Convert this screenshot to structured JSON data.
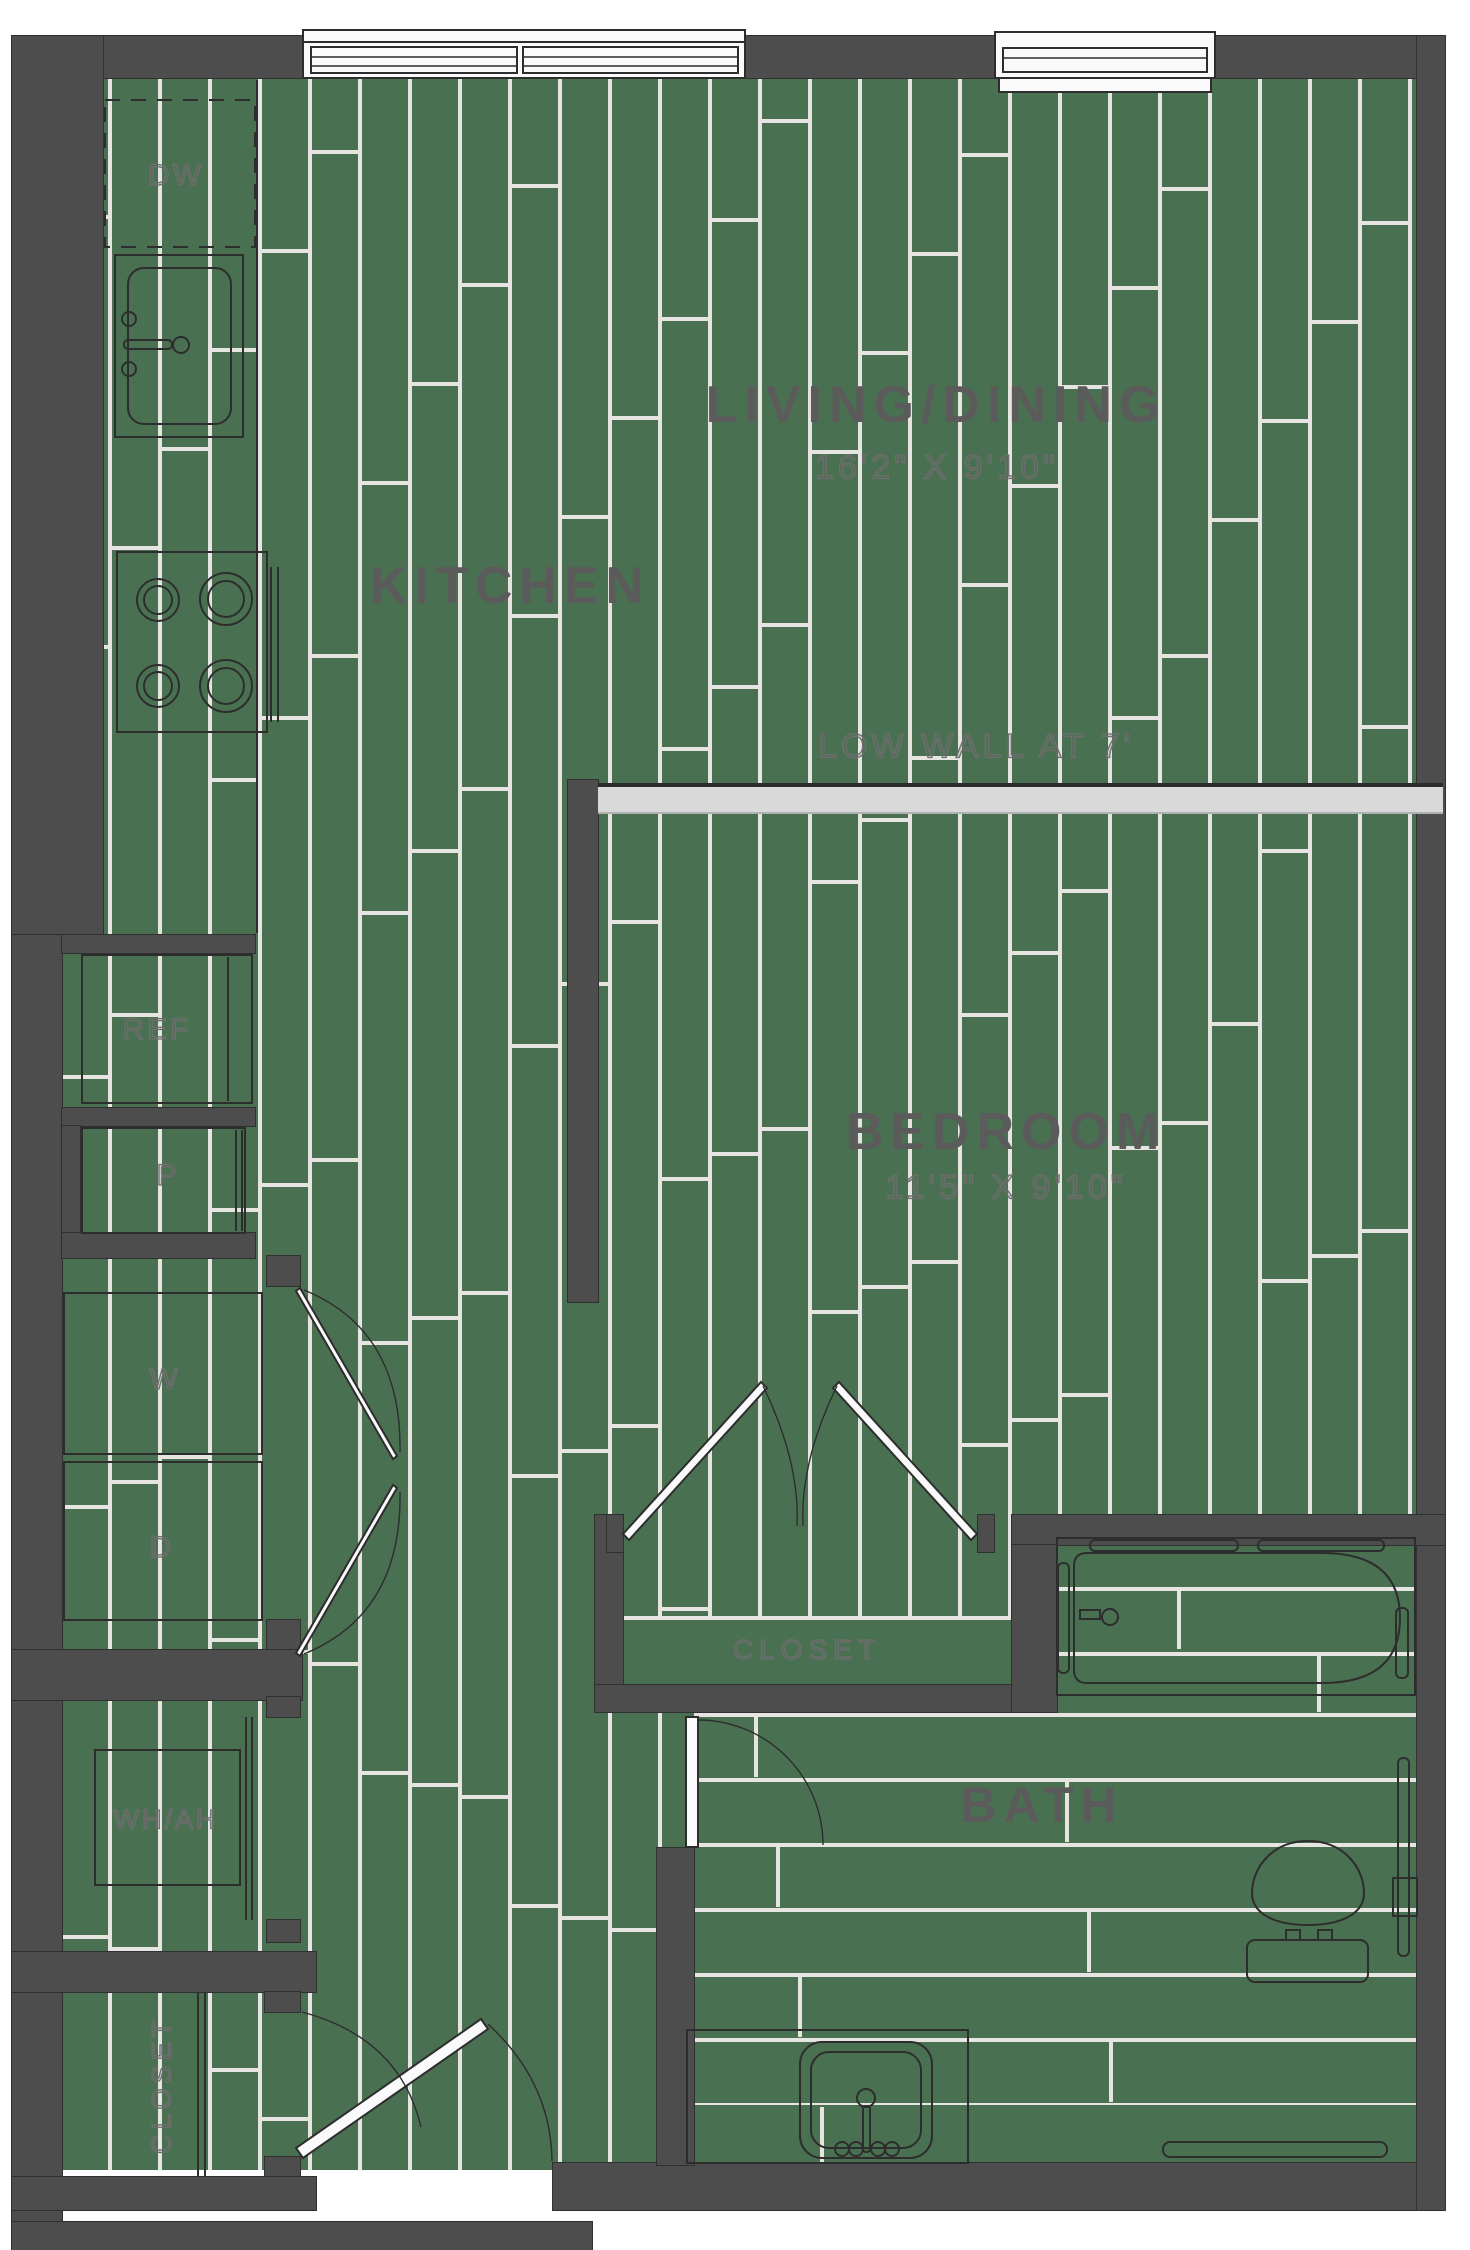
{
  "meta": {
    "type": "apartment-floor-plan"
  },
  "rooms": {
    "kitchen": {
      "name": "KITCHEN"
    },
    "living_dining": {
      "name": "LIVING/DINING",
      "dims": "16'2\" X 9'10\""
    },
    "bedroom": {
      "name": "BEDROOM",
      "dims": "11'5\" X 9'10\""
    },
    "bath": {
      "name": "BATH"
    },
    "bedroom_closet": {
      "name": "CLOSET"
    },
    "entry_closet": {
      "name": "CLOSET"
    }
  },
  "notes": {
    "low_wall": "LOW WALL AT 7'"
  },
  "fixtures": {
    "dishwasher": "DW",
    "refrigerator": "REF",
    "pantry": "P",
    "washer": "W",
    "dryer": "D",
    "water_heater_air_handler": "WH/AH"
  },
  "colors": {
    "floor_green": "#4a7052",
    "wall_gray": "#4d4d4d",
    "plank_line": "#e7e5e2",
    "low_wall_fill": "#d9d9d9",
    "fixture_stroke": "#2d2d2d",
    "label_text": "#5b5b5b"
  }
}
